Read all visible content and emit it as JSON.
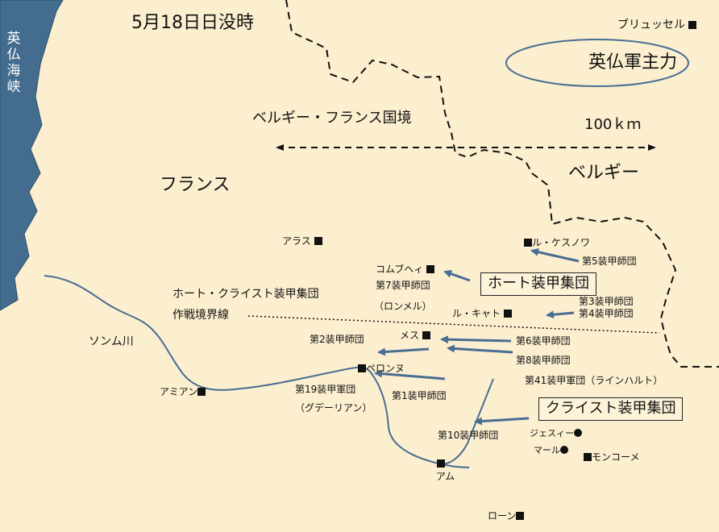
{
  "title": "5月18日日没時",
  "sea": {
    "label": "英仏海峡",
    "color": "#436c8f"
  },
  "colors": {
    "background": "#fcefd0",
    "arrow": "#4a6d92",
    "river": "#4a6d92",
    "border": "#111111"
  },
  "countries": {
    "france": "フランス",
    "belgium": "ベルギー"
  },
  "border_label": "ベルギー・フランス国境",
  "scale_label": "100ｋｍ",
  "river": "ソンム川",
  "allied_force": "英仏軍主力",
  "boundary": {
    "line1": "ホート・クライスト装甲集団",
    "line2": "作戦境界線"
  },
  "cities": {
    "brussels": "ブリュッセル",
    "arras": "アラス",
    "le_cateau_north": "ル・ケスノワ",
    "cambrai": "コムブヘィ",
    "le_cateau": "ル・キャト",
    "mes": "メス",
    "peronne": "ペロンヌ",
    "amiens": "アミアン",
    "ham": "アム",
    "guise": "ジェスィー",
    "marle": "マール",
    "montcornet": "モンコーメ",
    "laon": "ローン"
  },
  "groups": {
    "hoth": "ホート装甲集団",
    "kleist": "クライスト装甲集団"
  },
  "units": {
    "pz5": "第5装甲師団",
    "pz7": "第7装甲師団",
    "rommel": "（ロンメル）",
    "pz3": "第3装甲師団",
    "pz4": "第4装甲師団",
    "pz2": "第2装甲師団",
    "pz6": "第6装甲師団",
    "pz8": "第8装甲師団",
    "corps41": "第41装甲軍団（ラインハルト）",
    "corps19": "第19装甲軍団",
    "guderian": "（グデーリアン）",
    "pz1": "第1装甲師団",
    "pz10": "第10装甲師団"
  }
}
